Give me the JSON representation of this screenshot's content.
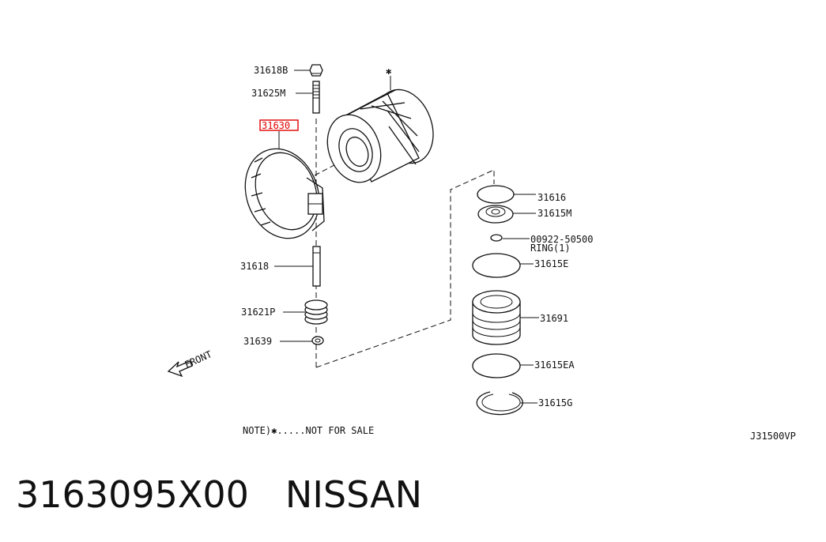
{
  "labels": {
    "nut": "31618B",
    "stud": "31625M",
    "highlight": "31630",
    "pin": "31618",
    "spring": "31621P",
    "washer": "31639",
    "oring_top": "31616",
    "retainer": "31615M",
    "ball": "00922-50500",
    "ball_note": "RING(1)",
    "seal_e": "31615E",
    "piston": "31691",
    "seal_ea": "31615EA",
    "snapring": "31615G",
    "star": "✱"
  },
  "front_label": "FRONT",
  "note": "NOTE)✱.....NOT FOR SALE",
  "diagram_code": "J31500VP",
  "caption": {
    "part_number": "3163095X00",
    "brand": "NISSAN"
  },
  "colors": {
    "highlight": "#e00000",
    "ink": "#111111"
  }
}
